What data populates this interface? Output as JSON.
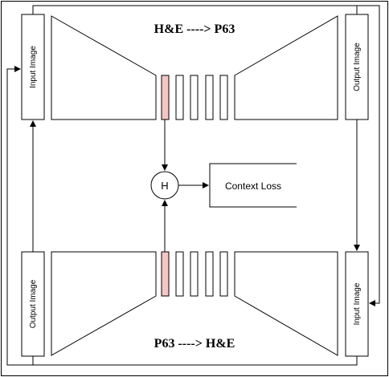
{
  "top_network": {
    "title": "H&E ----> P63",
    "input_label": "Input Image",
    "output_label": "Output Image"
  },
  "bottom_network": {
    "title": "P63 ----> H&E",
    "input_label": "Input Image",
    "output_label": "Output Image"
  },
  "feature_node": {
    "label": "H"
  },
  "loss_box": {
    "label": "Context Loss"
  },
  "colors": {
    "stroke": "#000000",
    "bottleneck_fill": "#f4c6c6",
    "background": "#ffffff"
  }
}
